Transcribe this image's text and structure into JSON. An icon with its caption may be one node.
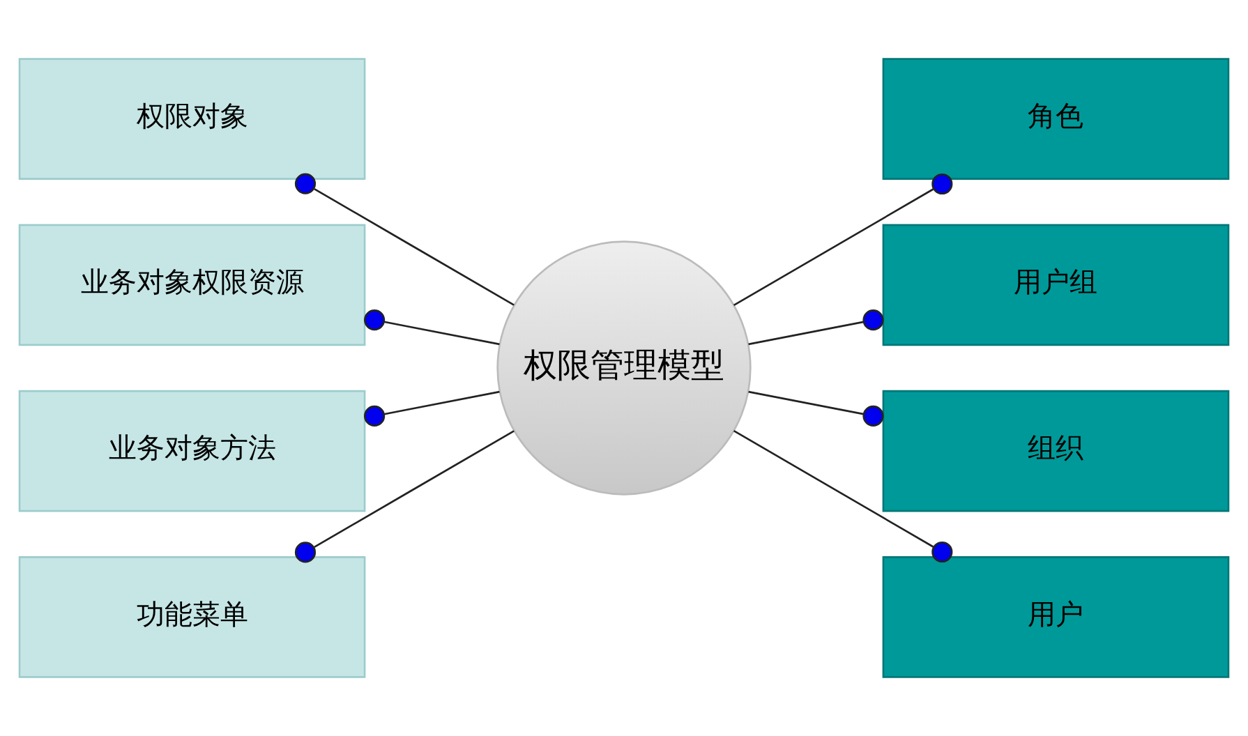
{
  "diagram": {
    "nodes": [
      {
        "text": [
          "权限对象"
        ]
      },
      {
        "text": [
          "业务对象权限资源"
        ]
      },
      {
        "text": [
          "业务对象方法"
        ]
      },
      {
        "text": [
          "功能菜单"
        ]
      },
      {
        "text": [
          "权限管理模型"
        ]
      },
      {
        "text": [
          "角色"
        ]
      },
      {
        "text": [
          "用户组"
        ]
      },
      {
        "text": [
          "组织"
        ]
      },
      {
        "text": [
          "用户"
        ]
      }
    ],
    "edges": [
      {
        "from": 0,
        "to": 4,
        "arrow": "other"
      },
      {
        "from": 1,
        "to": 4,
        "arrow": "other"
      },
      {
        "from": 2,
        "to": 4,
        "arrow": "other"
      },
      {
        "from": 3,
        "to": 4,
        "arrow": "other"
      },
      {
        "from": 5,
        "to": 4,
        "arrow": "other"
      },
      {
        "from": 6,
        "to": 4,
        "arrow": "other"
      },
      {
        "from": 7,
        "to": 4,
        "arrow": "other"
      },
      {
        "from": 8,
        "to": 4,
        "arrow": "other"
      }
    ]
  }
}
